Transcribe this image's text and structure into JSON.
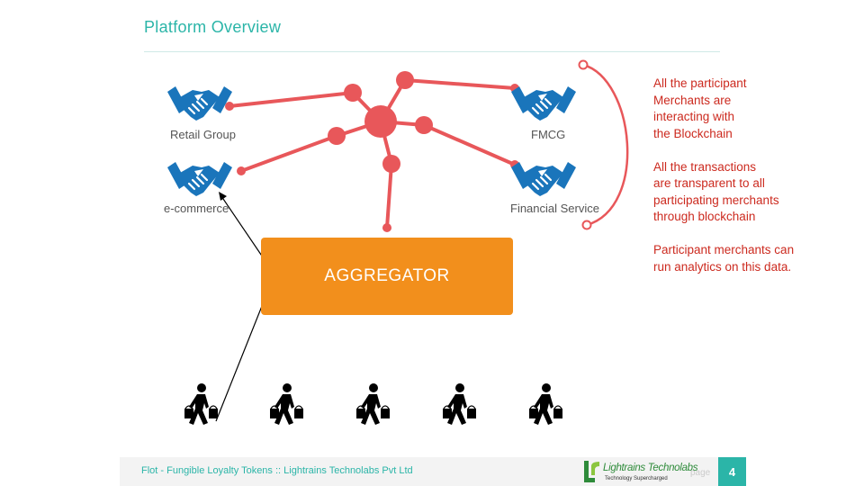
{
  "slide": {
    "title": "Platform Overview",
    "page_number": "4",
    "page_word": "page"
  },
  "nodes": {
    "retail_group": "Retail Group",
    "fmcg": "FMCG",
    "ecommerce": "e-commerce",
    "financial_service": "Financial Service",
    "aggregator": "AGGREGATOR"
  },
  "notes": [
    [
      "All the participant",
      "Merchants are",
      "interacting with",
      "the Blockchain"
    ],
    [
      "All the transactions",
      "are transparent to all",
      "participating merchants",
      "through blockchain"
    ],
    [
      "Participant merchants can",
      "run analytics on this data."
    ]
  ],
  "footer": {
    "text": "Flot - Fungible Loyalty Tokens :: Lightrains Technolabs Pvt Ltd",
    "logo_name": "Lightrains Technolabs",
    "logo_tagline": "Technology Supercharged"
  },
  "colors": {
    "accent_teal": "#2bb5a8",
    "network_red": "#e8575a",
    "aggregator_orange": "#f28f1c",
    "handshake_blue": "#1a75bb",
    "note_red": "#cc2a1f"
  },
  "icons": {
    "merchant": "handshake-icon",
    "customer": "shopper-icon",
    "brand": "lightrains-logo"
  }
}
